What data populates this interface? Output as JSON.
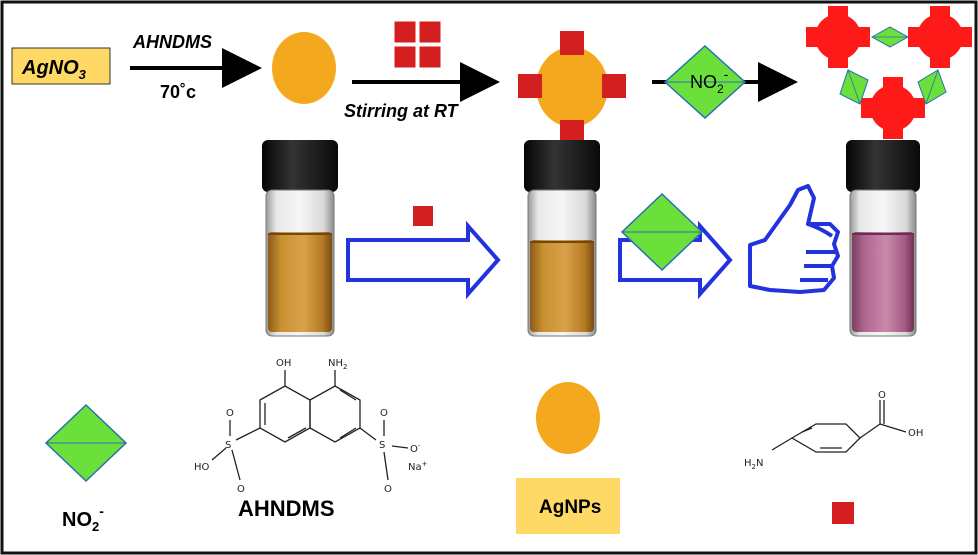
{
  "reaction": {
    "reagent_box": "AgNO",
    "reagent_sub": "3",
    "step1_label": "AHNDMS",
    "step1_condition": "70˚c",
    "step2_condition": "Stirring at RT",
    "analyte_label": "NO",
    "analyte_sub": "2",
    "analyte_sup": "-"
  },
  "legend": {
    "nitrite_label": "NO",
    "nitrite_sub": "2",
    "nitrite_sup": "-",
    "ahndms_label": "AHNDMS",
    "agnps_label": "AgNPs",
    "ahndms_structure": {
      "oh": "OH",
      "nh2": "NH",
      "nh2_sub": "2",
      "so3_left": "S",
      "so3_right": "S",
      "o_labels": [
        "O",
        "O",
        "O",
        "O"
      ],
      "ho": "HO",
      "o_minus": "O",
      "na": "Na"
    },
    "paba_structure": {
      "h2n": "H",
      "h2n_sub": "2",
      "n": "N",
      "oh": "OH",
      "o": "O"
    }
  },
  "colors": {
    "agnp": "#F4A81D",
    "cube": "#D31F1F",
    "nitrite": "#6BE03A",
    "aggregate": "#FF1A1A",
    "arrow_outline": "#2233DD",
    "reagent_box": "#FFD966",
    "solution_yellow": "#C89030",
    "solution_pink": "#B86A90",
    "frame": "#111111"
  }
}
